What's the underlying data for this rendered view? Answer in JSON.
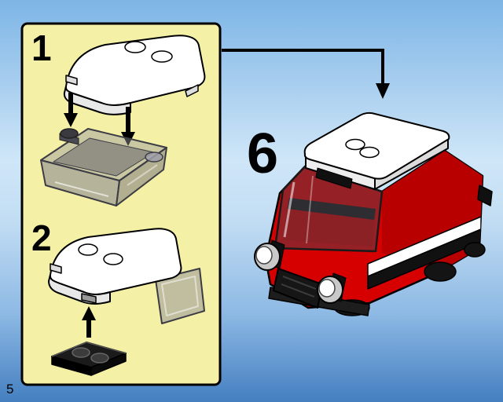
{
  "page": {
    "page_number": "5"
  },
  "callout": {
    "fill": "#f4f0a6",
    "border": "#000000",
    "steps": [
      {
        "label": "1",
        "part_top": "white-curved-roof-slope-2-studs",
        "part_bottom": "transparent-smoke-windscreen"
      },
      {
        "label": "2",
        "part_top": "white-curved-roof-slope-2-studs",
        "part_bottom": "black-plate-1x2"
      }
    ]
  },
  "main_step": {
    "label": "6",
    "subject": "red-car-with-white-roof"
  },
  "colors": {
    "background_top": "#7db5e6",
    "background_middle": "#cfe6f8",
    "background_bottom": "#447fc0",
    "brick_red": "#d60000",
    "brick_red_dark": "#b80000",
    "brick_white": "#ffffff",
    "brick_black": "#141414",
    "trans_smoke": "#8a8a94",
    "outline": "#000000"
  }
}
